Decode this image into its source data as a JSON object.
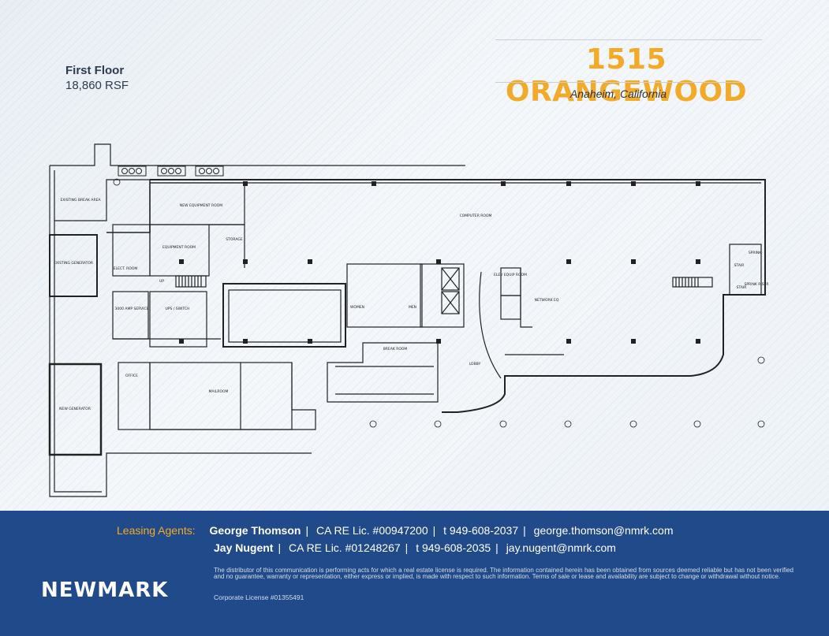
{
  "floor": {
    "title": "First Floor",
    "rsf": "18,860 RSF"
  },
  "building": {
    "name": "1515 ORANGEWOOD",
    "city": "Anaheim, California"
  },
  "colors": {
    "accent": "#f2ab28",
    "footer": "#214a8a"
  },
  "plan_labels": {
    "computer_room": "COMPUTER ROOM",
    "existing_break_area": "EXISTING BREAK AREA",
    "new_equipment_room": "NEW EQUIPMENT ROOM",
    "storage": "STORAGE",
    "equipment_room": "EQUIPMENT ROOM",
    "existing_generator": "EXISTING GENERATOR",
    "elect_room": "ELECT. ROOM",
    "amp_service": "3000 AMP SERVICE",
    "ups_switch": "UPS / SWITCH",
    "network_eq": "NETWORK EQ",
    "elev_equip_room": "ELEV EQUIP ROOM",
    "break_room": "BREAK ROOM",
    "lobby": "LOBBY",
    "office": "OFFICE",
    "mailroom": "MAILROOM",
    "new_generator": "NEW GENERATOR",
    "stair_1": "STAIR",
    "stair_2": "STAIR",
    "sprinkler": "SPRINK",
    "sprinkler_riser": "SPRINK RISER",
    "women": "WOMEN",
    "men": "MEN",
    "up": "UP"
  },
  "agents": {
    "label": "Leasing Agents:",
    "agent1": {
      "name": "George Thomson",
      "license": "CA RE Lic. #00947200",
      "phone": "t  949-608-2037",
      "email": "george.thomson@nmrk.com"
    },
    "agent2": {
      "name": "Jay Nugent",
      "license": "CA RE Lic. #01248267",
      "phone": "t  949-608-2035",
      "email": "jay.nugent@nmrk.com"
    }
  },
  "brand": {
    "logo": "NEWMARK"
  },
  "disclaimer": "The distributor of this communication is performing acts for which a real estate license is required. The information contained herein has been obtained from sources deemed reliable but has not been verified and no guarantee, warranty or representation, either express or implied, is made with respect to such information. Terms of sale or lease and availability are subject to change or withdrawal without notice.",
  "corporate_license": "Corporate License #01355491"
}
